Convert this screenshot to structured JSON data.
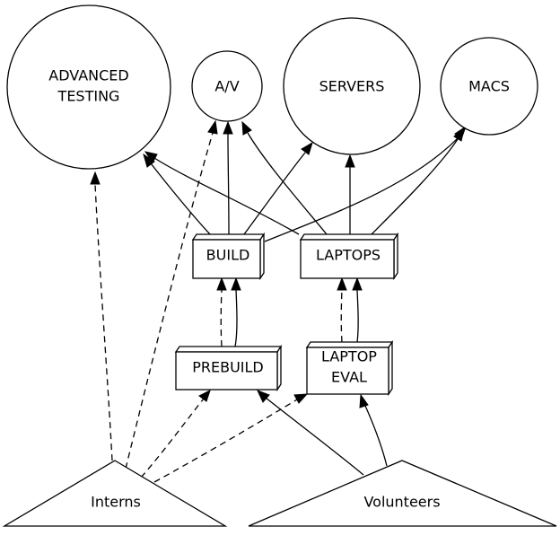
{
  "diagram": {
    "type": "directed-graph",
    "nodes": {
      "advanced_testing": {
        "label_lines": [
          "ADVANCED",
          "TESTING"
        ],
        "shape": "circle"
      },
      "av": {
        "label_lines": [
          "A/V"
        ],
        "shape": "circle"
      },
      "servers": {
        "label_lines": [
          "SERVERS"
        ],
        "shape": "circle"
      },
      "macs": {
        "label_lines": [
          "MACS"
        ],
        "shape": "circle"
      },
      "build": {
        "label_lines": [
          "BUILD"
        ],
        "shape": "box3d"
      },
      "laptops": {
        "label_lines": [
          "LAPTOPS"
        ],
        "shape": "box3d"
      },
      "prebuild": {
        "label_lines": [
          "PREBUILD"
        ],
        "shape": "box3d"
      },
      "laptop_eval": {
        "label_lines": [
          "LAPTOP",
          "EVAL"
        ],
        "shape": "box3d"
      },
      "interns": {
        "label_lines": [
          "Interns"
        ],
        "shape": "triangle"
      },
      "volunteers": {
        "label_lines": [
          "Volunteers"
        ],
        "shape": "triangle"
      }
    },
    "edges": [
      {
        "from": "interns",
        "to": "advanced_testing",
        "style": "dashed"
      },
      {
        "from": "interns",
        "to": "av",
        "style": "dashed"
      },
      {
        "from": "interns",
        "to": "prebuild",
        "style": "dashed"
      },
      {
        "from": "interns",
        "to": "laptop_eval",
        "style": "dashed"
      },
      {
        "from": "volunteers",
        "to": "prebuild",
        "style": "solid"
      },
      {
        "from": "volunteers",
        "to": "laptop_eval",
        "style": "solid"
      },
      {
        "from": "prebuild",
        "to": "build",
        "style": "dashed"
      },
      {
        "from": "prebuild",
        "to": "build",
        "style": "solid"
      },
      {
        "from": "laptop_eval",
        "to": "laptops",
        "style": "dashed"
      },
      {
        "from": "laptop_eval",
        "to": "laptops",
        "style": "solid"
      },
      {
        "from": "build",
        "to": "advanced_testing",
        "style": "solid"
      },
      {
        "from": "build",
        "to": "av",
        "style": "solid"
      },
      {
        "from": "build",
        "to": "servers",
        "style": "solid"
      },
      {
        "from": "build",
        "to": "macs",
        "style": "solid"
      },
      {
        "from": "laptops",
        "to": "advanced_testing",
        "style": "solid"
      },
      {
        "from": "laptops",
        "to": "av",
        "style": "solid"
      },
      {
        "from": "laptops",
        "to": "servers",
        "style": "solid"
      },
      {
        "from": "laptops",
        "to": "macs",
        "style": "solid"
      }
    ]
  }
}
